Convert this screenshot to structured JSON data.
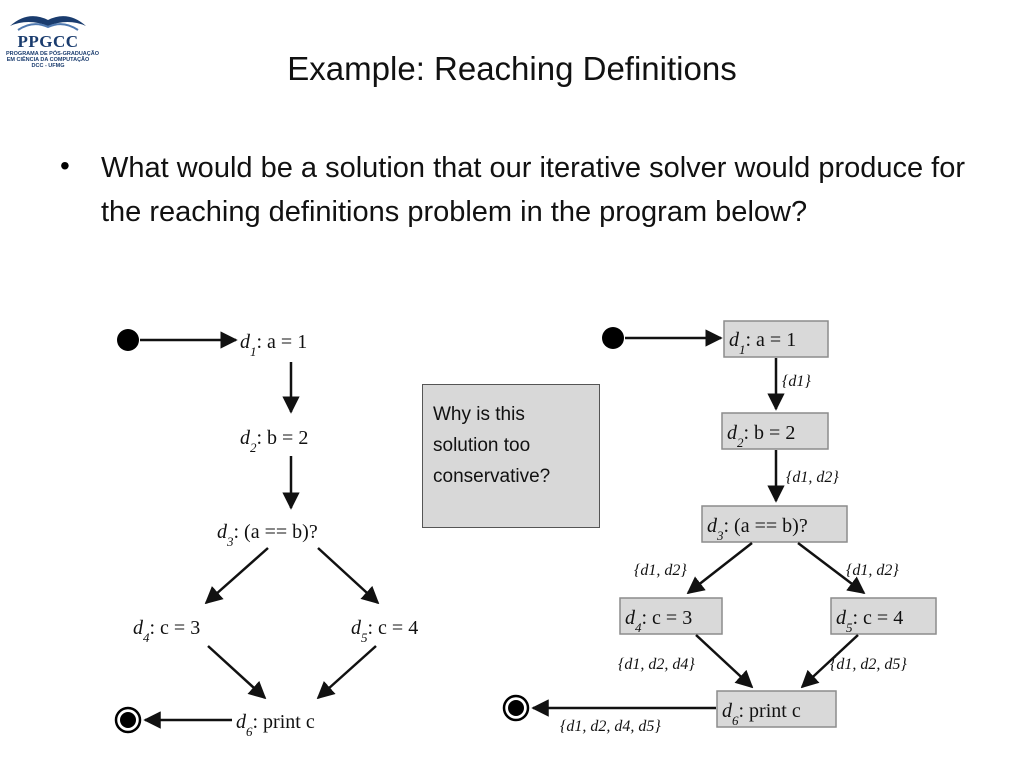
{
  "logo": {
    "name": "PPGCC",
    "line1": "PROGRAMA DE PÓS-GRADUAÇÃO",
    "line2": "EM CIÊNCIA DA COMPUTAÇÃO",
    "line3": "DCC - UFMG"
  },
  "slide": {
    "title": "Example: Reaching Definitions",
    "bullet": "What would be a solution that our iterative solver would produce for the reaching definitions problem in the program below?"
  },
  "callout": {
    "text": "Why is this solution too conservative?"
  },
  "left_cfg": {
    "d1": {
      "label": "d",
      "sub": "1",
      "code": ": a = 1"
    },
    "d2": {
      "label": "d",
      "sub": "2",
      "code": ": b = 2"
    },
    "d3": {
      "label": "d",
      "sub": "3",
      "code": ": (a == b)?"
    },
    "d4": {
      "label": "d",
      "sub": "4",
      "code": ": c = 3"
    },
    "d5": {
      "label": "d",
      "sub": "5",
      "code": ": c = 4"
    },
    "d6": {
      "label": "d",
      "sub": "6",
      "code": ": print c"
    }
  },
  "right_cfg": {
    "d1": {
      "label": "d",
      "sub": "1",
      "code": ": a = 1"
    },
    "d2": {
      "label": "d",
      "sub": "2",
      "code": ": b = 2"
    },
    "d3": {
      "label": "d",
      "sub": "3",
      "code": ": (a == b)?"
    },
    "d4": {
      "label": "d",
      "sub": "4",
      "code": ": c = 3"
    },
    "d5": {
      "label": "d",
      "sub": "5",
      "code": ": c = 4"
    },
    "d6": {
      "label": "d",
      "sub": "6",
      "code": ": print c"
    },
    "sets": {
      "after_d1": "{d1}",
      "after_d2": "{d1, d2}",
      "d3_left": "{d1, d2}",
      "d3_right": "{d1, d2}",
      "after_d4": "{d1, d2, d4}",
      "after_d5": "{d1, d2, d5}",
      "exit": "{d1, d2, d4, d5}"
    }
  },
  "colors": {
    "node_fill": "#d9d9d9",
    "node_border": "#8c8c8c",
    "callout_fill": "#d8d8d8"
  }
}
